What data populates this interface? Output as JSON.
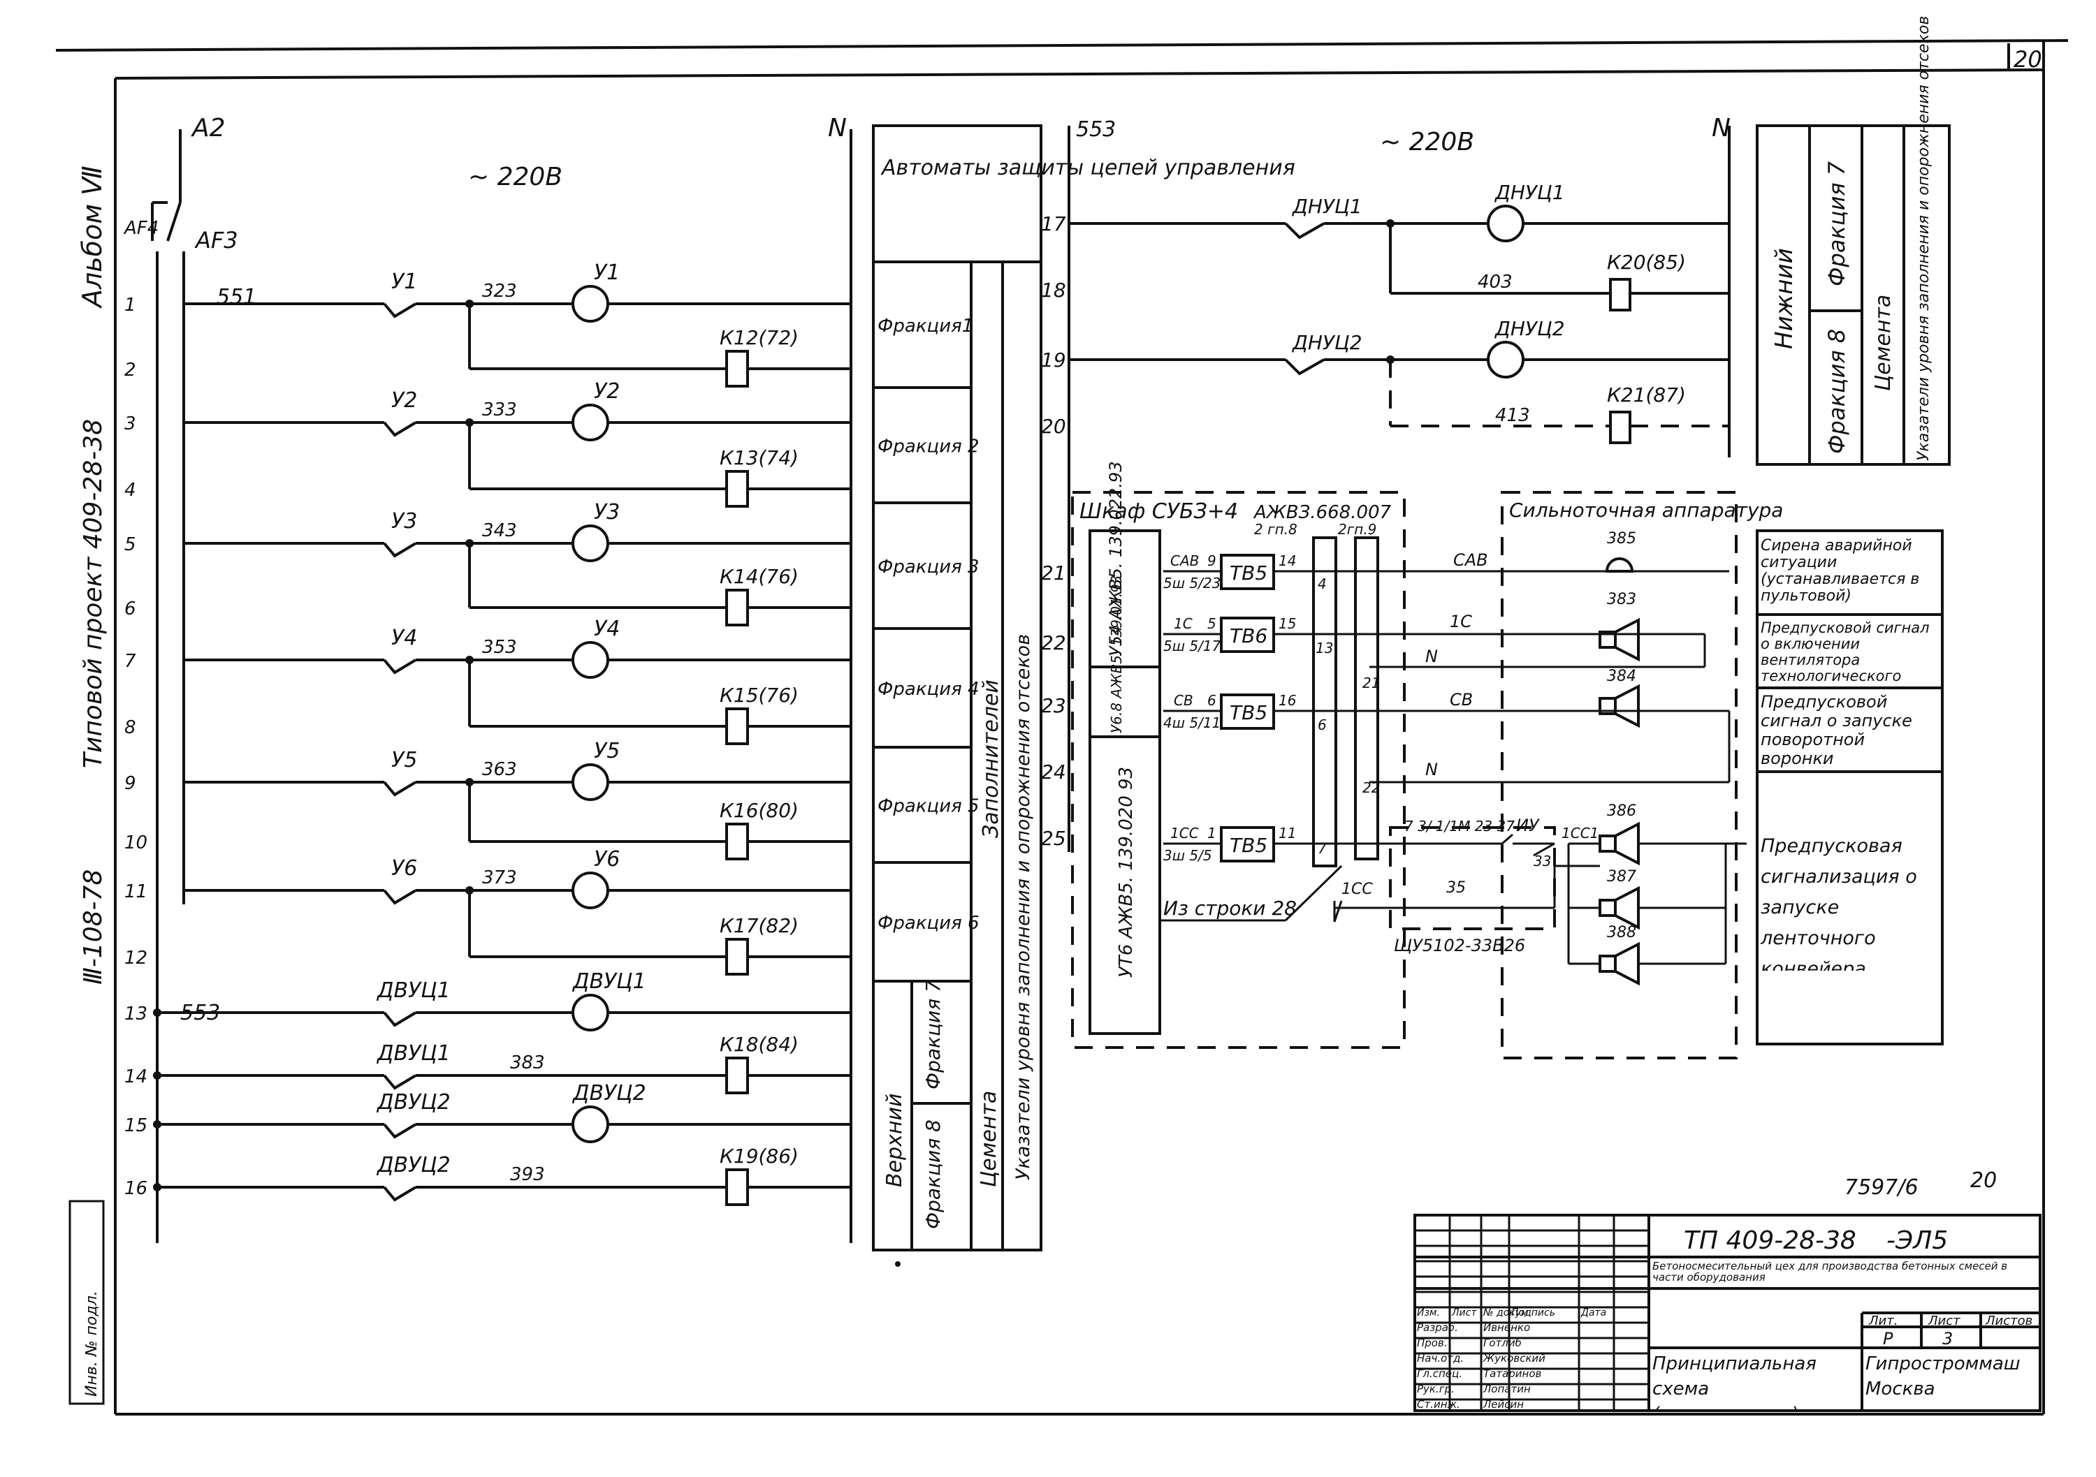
{
  "sheet_number": "20",
  "left_margin": {
    "album": "Альбом Ⅶ",
    "project": "Типовой проект 409-28-38",
    "code": "Ⅲ-108-78"
  },
  "left_circuit": {
    "phase": "A2",
    "voltage": "~ 220В",
    "neutral": "N",
    "breaker_af4": "AF4",
    "breaker_af3": "AF3",
    "wire_551": "551",
    "wire_553": "553",
    "rows": [
      {
        "num": "1",
        "switch": "У1",
        "wire": "323",
        "lamp": "У1"
      },
      {
        "num": "2",
        "relay": "К12(72)"
      },
      {
        "num": "3",
        "switch": "У2",
        "wire": "333",
        "lamp": "У2"
      },
      {
        "num": "4",
        "relay": "К13(74)"
      },
      {
        "num": "5",
        "switch": "У3",
        "wire": "343",
        "lamp": "У3"
      },
      {
        "num": "6",
        "relay": "К14(76)"
      },
      {
        "num": "7",
        "switch": "У4",
        "wire": "353",
        "lamp": "У4"
      },
      {
        "num": "8",
        "relay": "К15(76)"
      },
      {
        "num": "9",
        "switch": "У5",
        "wire": "363",
        "lamp": "У5"
      },
      {
        "num": "10",
        "relay": "К16(80)"
      },
      {
        "num": "11",
        "switch": "У6",
        "wire": "373",
        "lamp": "У6"
      },
      {
        "num": "12",
        "relay": "К17(82)"
      },
      {
        "num": "13",
        "switch": "ДВУЦ1",
        "lamp": "ДВУЦ1"
      },
      {
        "num": "14",
        "switch": "ДВУЦ1",
        "wire": "383",
        "relay": "К18(84)"
      },
      {
        "num": "15",
        "switch": "ДВУЦ2",
        "lamp": "ДВУЦ2"
      },
      {
        "num": "16",
        "switch": "ДВУЦ2",
        "wire": "393",
        "relay": "К19(86)"
      }
    ]
  },
  "mid_table": {
    "header": "Автоматы защиты цепей управления",
    "fractions": [
      "Фракция1",
      "Фракция 2",
      "Фракция 3",
      "Фракция 4",
      "Фракция 5",
      "Фракция 6"
    ],
    "vertical_1": "Заполнителей",
    "vertical_2": "Указатели уровня заполнения и опорожнения отсеков",
    "bottom_level": "Верхний",
    "bottom_f8": "Фракция 8",
    "bottom_f7": "Фракция 7",
    "bottom_cement": "Цемента",
    "bottom_indicators": "Указатели уровня заполнения и опорожнения отсеков"
  },
  "right_circuit": {
    "wire_553": "553",
    "voltage": "~ 220В",
    "neutral": "N",
    "rows": {
      "r17": "17",
      "r18": "18",
      "r19": "19",
      "r20": "20",
      "r21": "21",
      "r22": "22",
      "r23": "23",
      "r24": "24",
      "r25": "25"
    },
    "dnuc1_switch": "ДНУЦ1",
    "dnuc1_lamp": "ДНУЦ1",
    "wire_403": "403",
    "relay_k20": "К20(85)",
    "dnuc2_switch": "ДНУЦ2",
    "dnuc2_lamp": "ДНУЦ2",
    "wire_413": "413",
    "relay_k21": "К21(87)",
    "cabinet": "Шкаф СУБЗ+4",
    "ajv": "АЖВЗ.668.007",
    "ajv_pin8": "2 гп.8",
    "ajv_pin9": "2гп.9",
    "heavy": "Сильноточная аппаратура",
    "module_a": "У54 АЖВ5. 139.022.93",
    "module_b": "У6.8 АЖВ5. 139.01.93",
    "module_c": "УТ6 АЖВ5. 139.020 93",
    "tb1": "ТВ5",
    "tb2": "ТВ6",
    "tb3": "ТВ5",
    "tb4": "ТВ5",
    "sav": "САВ",
    "sav_pin": "9",
    "sav_w": "5ш 5/23",
    "sav_n": "14",
    "sav_t": "4",
    "s1c": "1С",
    "s1c_pin": "5",
    "s1c_w": "5ш 5/17",
    "s1c_n": "15",
    "s1c_t": "13",
    "sb": "СВ",
    "sb_pin": "6",
    "sb_w": "4ш 5/11",
    "sb_n": "16",
    "sb_t": "6",
    "ssc": "1СС",
    "ssc_pin": "1",
    "ssc_w": "3ш 5/5",
    "ssc_n": "11",
    "ssc_t": "7",
    "t21": "21",
    "t22": "22",
    "line_sav": "САВ",
    "line_1c": "1С",
    "line_n1": "N",
    "line_sv": "СВ",
    "line_n2": "N",
    "from_row": "Из строки 28",
    "wire_1cc": "1СС",
    "bottom_box": "ЩУ5102-33В26",
    "k35": "35",
    "contacts": "7 3/ 1/1М 23 37",
    "iu": "ИУ",
    "k33": "33",
    "tcc1": "1СС1",
    "d385": "385",
    "d383": "383",
    "d384": "384",
    "d386": "386",
    "d387": "387",
    "d388": "388"
  },
  "legend_right": {
    "level": "Нижний",
    "f8": "Фракция 8",
    "f7": "Фракция 7",
    "cement": "Цемента",
    "ind": "Указатели уровня заполнения и опорожнения отсеков"
  },
  "signal_legend": [
    "Сирена аварийной ситуации (устанавливается в пультовой)",
    "Предпусковой сигнал о включении вентилятора технологического",
    "Предпусковой сигнал о запуске поворотной воронки",
    "Предпусковая сигнализация о запуске ленточного конвейера"
  ],
  "title_block": {
    "sheet_ref": "7597/6",
    "sheet_ref2": "20",
    "doc_code": "ТП 409-28-38",
    "doc_suffix": "-ЭЛ5",
    "object": "Бетоносмесительный цех для производства бетонных смесей в части оборудования",
    "heads": [
      "Изм.",
      "Лист",
      "№ докум.",
      "Подпись",
      "Дата"
    ],
    "roles": [
      "Разраб.",
      "Пров.",
      "Нач.отд.",
      "Гл.спец.",
      "Рук.гр.",
      "Ст.инж."
    ],
    "names": [
      "Ивненко",
      "Готлиб",
      "Жуковский",
      "Татаринов",
      "Лопатин",
      "Лейсин"
    ],
    "lit": "Лит.",
    "list": "Лист",
    "listov": "Листов",
    "lit_v": "Р",
    "list_v": "3",
    "drawing": "Принципиальная схема (продолжение)",
    "org": "Гипростроммаш Москва",
    "stamp": "Инв. № подл."
  }
}
